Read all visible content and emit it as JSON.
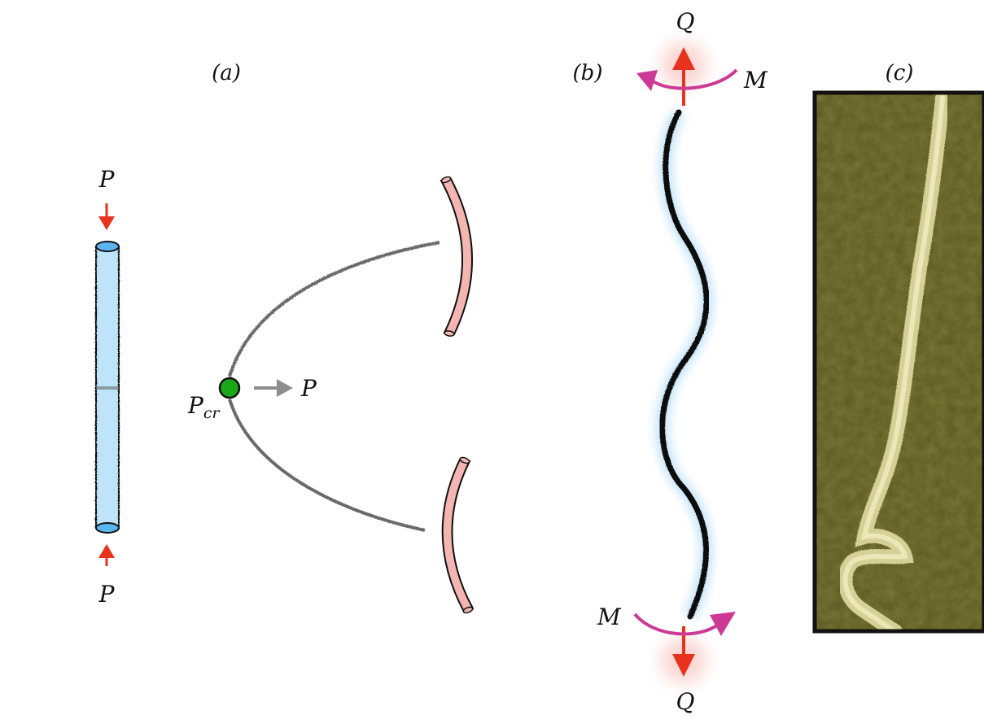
{
  "panels": {
    "a": {
      "label": "(a)"
    },
    "b": {
      "label": "(b)"
    },
    "c": {
      "label": "(c)"
    }
  },
  "panel_a": {
    "load_top": "P",
    "load_bottom": "P",
    "critical_point_base": "P",
    "critical_point_sub": "cr",
    "axis_arrow_label": "P"
  },
  "panel_b": {
    "force_top": "Q",
    "force_bottom": "Q",
    "moment_top": "M",
    "moment_bottom": "M"
  },
  "colors": {
    "column_fill": "#bde4fb",
    "column_cap": "#5ab4ee",
    "load_arrow": "#e8321e",
    "bifurcation_curve": "#6b6b6b",
    "critical_point": "#1aa81a",
    "buckled_column": "#f5b5b0",
    "moment_arrow": "#cc3a95",
    "rod": "#111111",
    "rod_glow": "#a9d7f5",
    "photo_bg": "#5d5a22",
    "photo_filament": "#e8e3a8"
  },
  "icons": {
    "column": "straight-column-icon",
    "buckled_upper": "buckled-column-up-icon",
    "buckled_lower": "buckled-column-down-icon",
    "critical_point": "critical-point-dot-icon"
  }
}
